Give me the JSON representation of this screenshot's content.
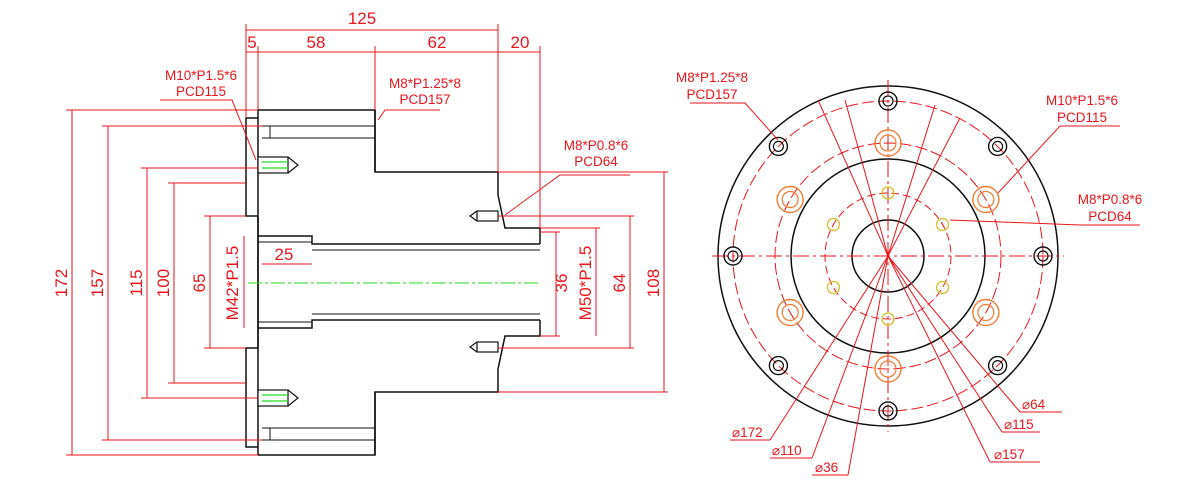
{
  "colors": {
    "outline": "#111111",
    "dimension": "#e8161c",
    "centerline": "#22dd22",
    "hole_large": "#f07a30",
    "hole_small": "#d6c23a"
  },
  "side_view": {
    "top_dims": {
      "overall": "125",
      "d5": "5",
      "d58": "58",
      "d62": "62",
      "d20": "20"
    },
    "left_dims": {
      "d172": "172",
      "d157": "157",
      "d115": "115",
      "d100": "100",
      "d65": "65"
    },
    "thread_bore": "M42*P1.5",
    "depth_25": "25",
    "d36": "36",
    "thread_right": "M50*P1.5",
    "d64": "64",
    "d108": "108",
    "callout_m10": {
      "line1": "M10*P1.5*6",
      "line2": "PCD115"
    },
    "callout_m8a": {
      "line1": "M8*P1.25*8",
      "line2": "PCD157"
    },
    "callout_m8b": {
      "line1": "M8*P0.8*6",
      "line2": "PCD64"
    }
  },
  "front_view": {
    "callout_m8a": {
      "line1": "M8*P1.25*8",
      "line2": "PCD157"
    },
    "callout_m10": {
      "line1": "M10*P1.5*6",
      "line2": "PCD115"
    },
    "callout_m8b": {
      "line1": "M8*P0.8*6",
      "line2": "PCD64"
    },
    "diam_64": "⌀64",
    "diam_172": "⌀172",
    "diam_115": "⌀115",
    "diam_110": "⌀110",
    "diam_36": "⌀36",
    "diam_157": "⌀157"
  }
}
